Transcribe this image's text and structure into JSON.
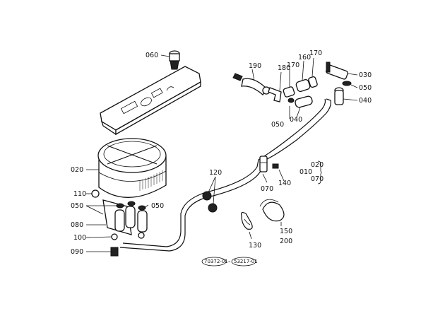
{
  "diagram": {
    "labels": {
      "l010": "010",
      "l020a": "020",
      "l020b": "020",
      "l030": "030",
      "l040a": "040",
      "l040b": "040",
      "l050a": "050",
      "l050b": "050",
      "l050c": "050",
      "l050d": "050",
      "l060": "060",
      "l070a": "070",
      "l070b": "070",
      "l080": "080",
      "l090": "090",
      "l100": "100",
      "l110": "110",
      "l120": "120",
      "l130": "130",
      "l140": "140",
      "l150": "150",
      "l160": "160",
      "l170a": "170",
      "l170b": "170",
      "l180": "180",
      "l190": "190",
      "l200": "200"
    },
    "codes": {
      "left": "70372-01",
      "right": "53217-01"
    }
  }
}
